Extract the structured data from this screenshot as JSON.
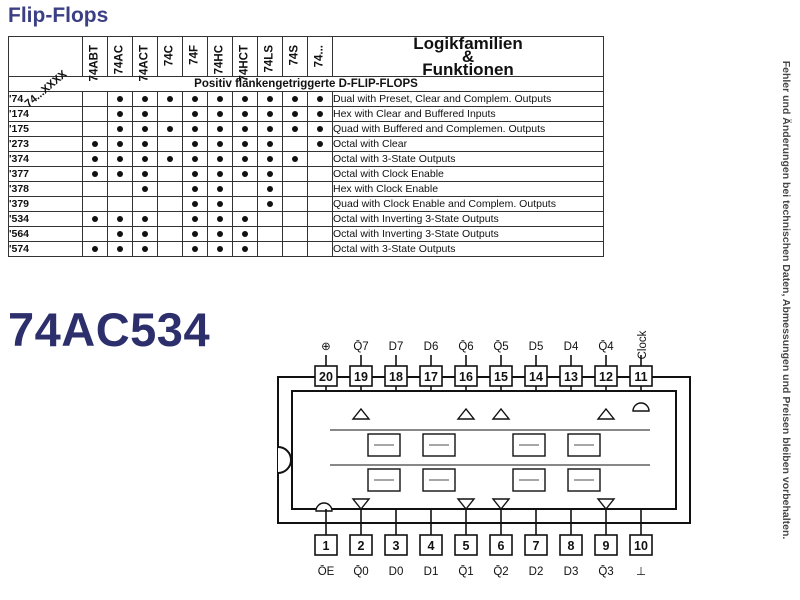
{
  "title": "Flip-Flops",
  "part_number": "74AC534",
  "side_note": "Fehler und Änderungen bei technischen Daten, Abmessungen und Preisen bleiben vorbehalten.",
  "table": {
    "corner_label": "74...XXXX",
    "families": [
      "74ABT",
      "74AC",
      "74ACT",
      "74C",
      "74F",
      "74HC",
      "74HCT",
      "74LS",
      "74S",
      "74..."
    ],
    "header_right": [
      "Logikfamilien",
      "&",
      "Funktionen"
    ],
    "section_title": "Positiv flankengetriggerte D-FLIP-FLOPS",
    "rows": [
      {
        "code": "'74",
        "marks": [
          0,
          1,
          1,
          1,
          1,
          1,
          1,
          1,
          1,
          1
        ],
        "function": "Dual with Preset, Clear and Complem. Outputs"
      },
      {
        "code": "'174",
        "marks": [
          0,
          1,
          1,
          0,
          1,
          1,
          1,
          1,
          1,
          1
        ],
        "function": "Hex with Clear and Buffered Inputs"
      },
      {
        "code": "'175",
        "marks": [
          0,
          1,
          1,
          1,
          1,
          1,
          1,
          1,
          1,
          1
        ],
        "function": "Quad with Buffered and Complemen. Outputs"
      },
      {
        "code": "'273",
        "marks": [
          1,
          1,
          1,
          0,
          1,
          1,
          1,
          1,
          0,
          1
        ],
        "function": "Octal with Clear"
      },
      {
        "code": "'374",
        "marks": [
          1,
          1,
          1,
          1,
          1,
          1,
          1,
          1,
          1,
          0
        ],
        "function": "Octal with 3-State Outputs"
      },
      {
        "code": "'377",
        "marks": [
          1,
          1,
          1,
          0,
          1,
          1,
          1,
          1,
          0,
          0
        ],
        "function": "Octal with Clock Enable"
      },
      {
        "code": "'378",
        "marks": [
          0,
          0,
          1,
          0,
          1,
          1,
          0,
          1,
          0,
          0
        ],
        "function": "Hex with Clock Enable"
      },
      {
        "code": "'379",
        "marks": [
          0,
          0,
          0,
          0,
          1,
          1,
          0,
          1,
          0,
          0
        ],
        "function": "Quad with Clock Enable and Complem. Outputs"
      },
      {
        "code": "'534",
        "marks": [
          1,
          1,
          1,
          0,
          1,
          1,
          1,
          0,
          0,
          0
        ],
        "function": "Octal with Inverting 3-State Outputs"
      },
      {
        "code": "'564",
        "marks": [
          0,
          1,
          1,
          0,
          1,
          1,
          1,
          0,
          0,
          0
        ],
        "function": "Octal with Inverting 3-State Outputs"
      },
      {
        "code": "'574",
        "marks": [
          1,
          1,
          1,
          0,
          1,
          1,
          1,
          0,
          0,
          0
        ],
        "function": "Octal with 3-State Outputs"
      }
    ]
  },
  "ic": {
    "top_pins": [
      {
        "num": "20",
        "label": "⊕"
      },
      {
        "num": "19",
        "label": "Q̄7"
      },
      {
        "num": "18",
        "label": "D7"
      },
      {
        "num": "17",
        "label": "D6"
      },
      {
        "num": "16",
        "label": "Q̄6"
      },
      {
        "num": "15",
        "label": "Q̄5"
      },
      {
        "num": "14",
        "label": "D5"
      },
      {
        "num": "13",
        "label": "D4"
      },
      {
        "num": "12",
        "label": "Q̄4"
      },
      {
        "num": "11",
        "label": "Clock"
      }
    ],
    "bottom_pins": [
      {
        "num": "1",
        "label": "ŌE"
      },
      {
        "num": "2",
        "label": "Q̄0"
      },
      {
        "num": "3",
        "label": "D0"
      },
      {
        "num": "4",
        "label": "D1"
      },
      {
        "num": "5",
        "label": "Q̄1"
      },
      {
        "num": "6",
        "label": "Q̄2"
      },
      {
        "num": "7",
        "label": "D2"
      },
      {
        "num": "8",
        "label": "D3"
      },
      {
        "num": "9",
        "label": "Q̄3"
      },
      {
        "num": "10",
        "label": "⊥"
      }
    ]
  }
}
